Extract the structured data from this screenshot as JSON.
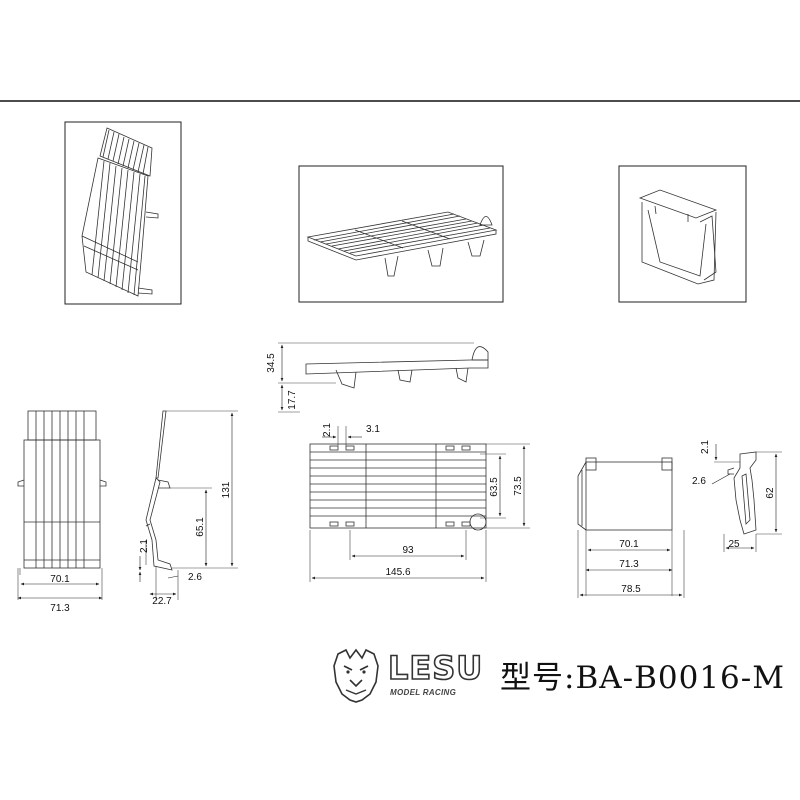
{
  "brand": {
    "name": "LESU",
    "tagline": "MODEL RACING",
    "logo_icon": "lion-head-icon"
  },
  "model": {
    "label": "型号:BA-B0016-M"
  },
  "dimensions": {
    "left_front_width_inner": "70.1",
    "left_front_width_outer": "71.3",
    "left_side_height": "131",
    "left_side_lower_height": "65.1",
    "left_side_small": "2.1",
    "left_side_offset": "2.6",
    "left_side_depth": "22.7",
    "tray_height": "34.5",
    "tray_leg": "17.7",
    "tray_slot": "2.1",
    "tray_gap": "3.1",
    "tray_inner_depth": "63.5",
    "tray_outer_depth": "73.5",
    "tray_inner_length": "93",
    "tray_outer_length": "145.6",
    "right_front_inner": "70.1",
    "right_front_mid": "71.3",
    "right_front_outer": "78.5",
    "right_side_small": "2.1",
    "right_side_offset": "2.6",
    "right_side_height": "62",
    "right_side_depth": "25"
  }
}
